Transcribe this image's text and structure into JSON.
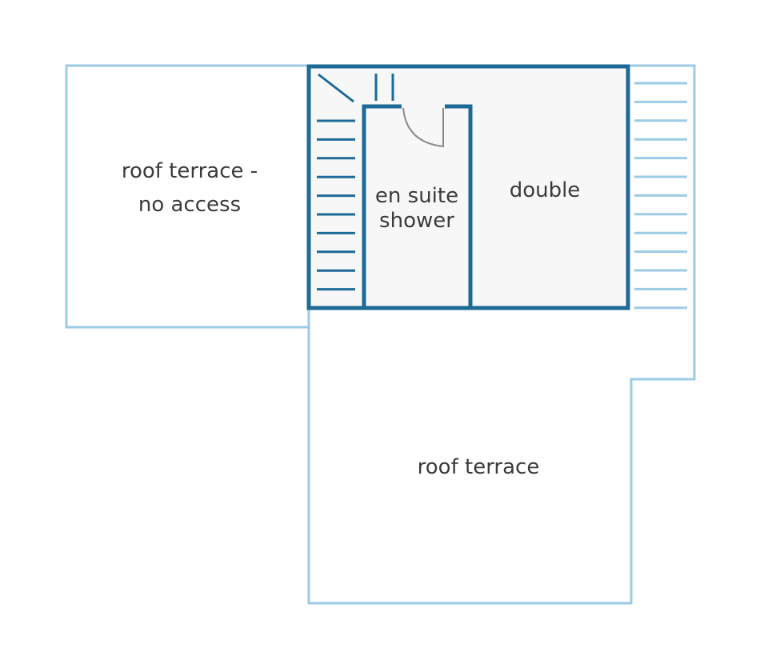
{
  "rooms": {
    "terrace_no_access": {
      "line1": "roof terrace -",
      "line2": "no access"
    },
    "ensuite": {
      "line1": "en suite",
      "line2": "shower"
    },
    "double": {
      "label": "double"
    },
    "roof_terrace": {
      "label": "roof terrace"
    }
  },
  "colors": {
    "dark_wall": "#1e6a96",
    "light_wall": "#9ccbe6",
    "room_fill": "#f7f7f8",
    "label_text": "#3b3b3b"
  }
}
